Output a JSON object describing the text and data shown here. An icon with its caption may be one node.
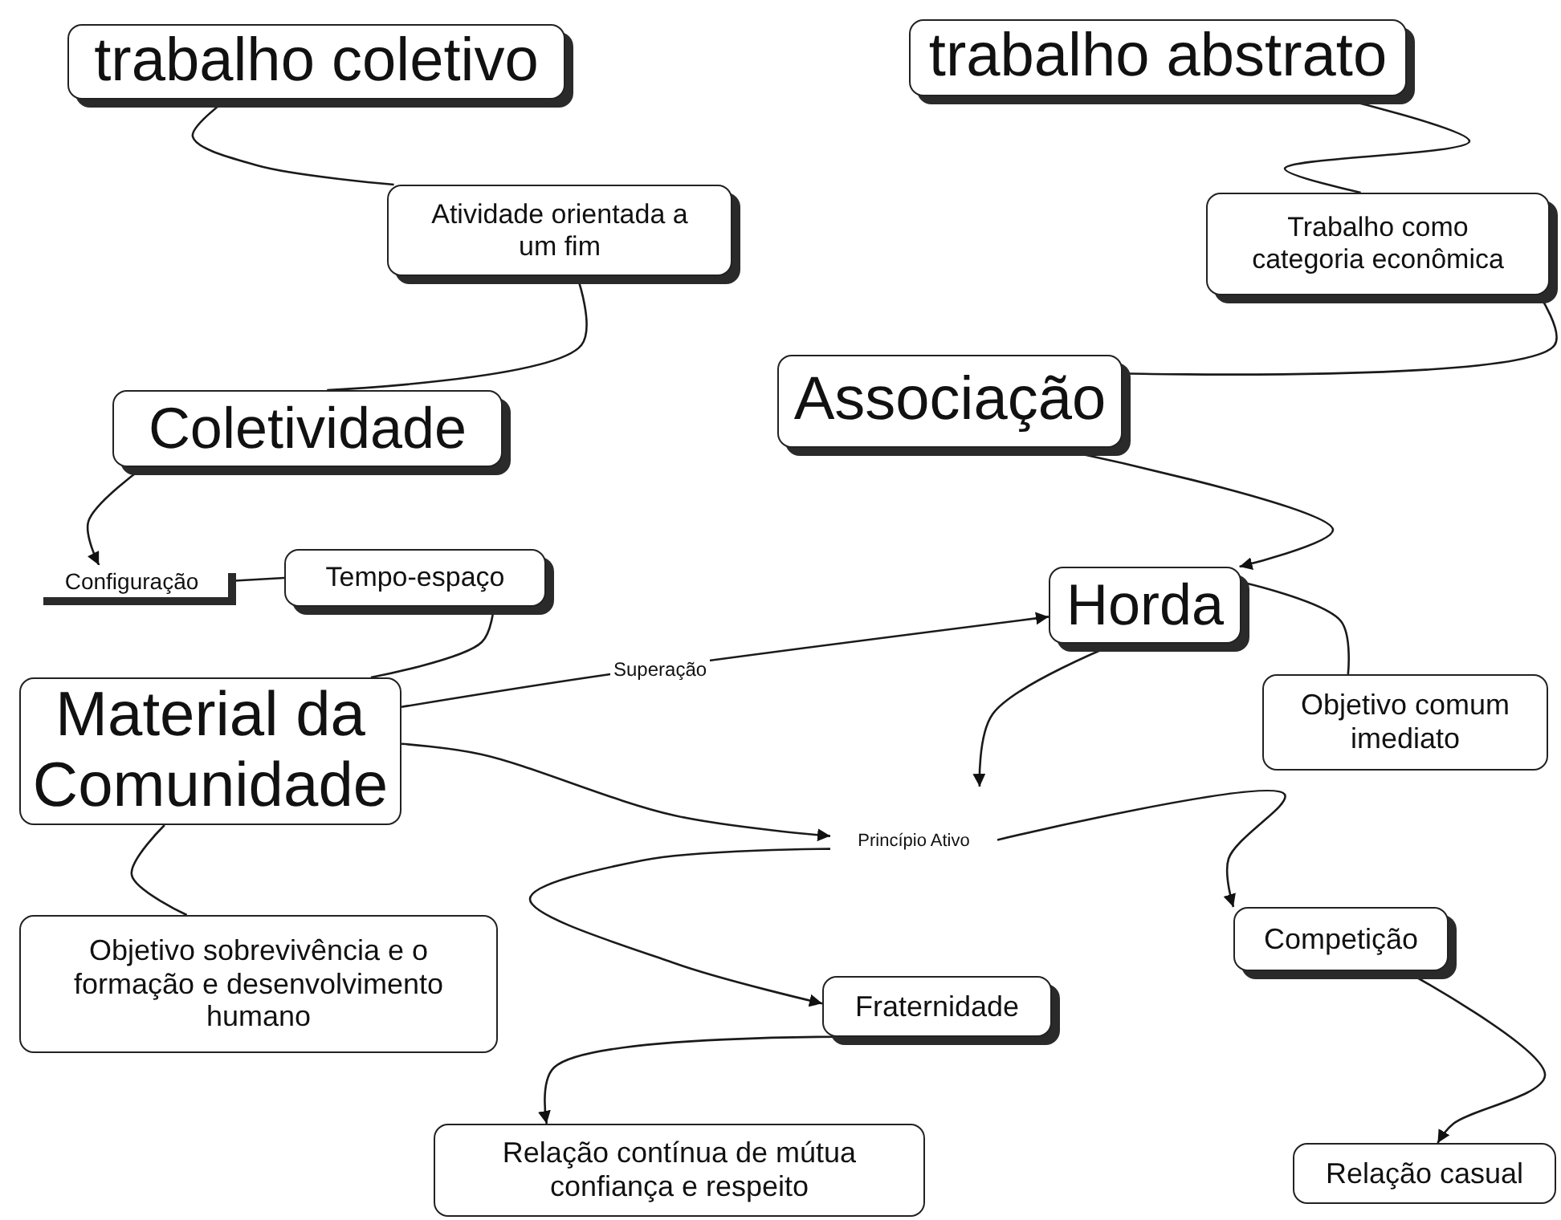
{
  "diagram": {
    "nodes": [
      {
        "text": [
          "trabalho coletivo"
        ]
      },
      {
        "text": [
          "Atividade orientada a um fim"
        ]
      },
      {
        "text": [
          "Coletividade"
        ]
      },
      {
        "text": [
          "Configuração"
        ]
      },
      {
        "text": [
          "Tempo-espaço"
        ]
      },
      {
        "text": [
          "Material da Comunidade"
        ]
      },
      {
        "text": [
          "trabalho abstrato"
        ]
      },
      {
        "text": [
          "Trabalho como categoria econômica"
        ]
      },
      {
        "text": [
          "Associação"
        ]
      },
      {
        "text": [
          "Horda"
        ]
      },
      {
        "text": [
          "Objetivo comum imediato"
        ]
      },
      {
        "text": [
          "Princípio Ativo"
        ]
      },
      {
        "text": [
          "Objetivo sobrevivência e o formação e desenvolvimento humano"
        ]
      },
      {
        "text": [
          "Competição"
        ]
      },
      {
        "text": [
          "Fraternidade"
        ]
      },
      {
        "text": [
          "Relação contínua de mútua confiança e respeito"
        ]
      },
      {
        "text": [
          "Relação casual"
        ]
      }
    ],
    "edges": [
      {
        "from": 0,
        "to": 1,
        "arrow": "none"
      },
      {
        "from": 1,
        "to": 2,
        "arrow": "none"
      },
      {
        "from": 2,
        "to": 3,
        "arrow": "to"
      },
      {
        "from": 3,
        "to": 4,
        "arrow": "none"
      },
      {
        "from": 4,
        "to": 5,
        "arrow": "none"
      },
      {
        "from": 5,
        "to": 9,
        "arrow": "to",
        "label": "Superação"
      },
      {
        "from": 5,
        "to": 11,
        "arrow": "to"
      },
      {
        "from": 11,
        "to": 14,
        "arrow": "to"
      },
      {
        "from": 11,
        "to": 13,
        "arrow": "to"
      },
      {
        "from": 9,
        "to": null,
        "arrow": "to"
      },
      {
        "from": 9,
        "to": 10,
        "arrow": "none"
      },
      {
        "from": 8,
        "to": 9,
        "arrow": "to"
      },
      {
        "from": 6,
        "to": 7,
        "arrow": "none"
      },
      {
        "from": 7,
        "to": 8,
        "arrow": "none"
      },
      {
        "from": 5,
        "to": 12,
        "arrow": "none"
      },
      {
        "from": 14,
        "to": 15,
        "arrow": "to"
      },
      {
        "from": 13,
        "to": 16,
        "arrow": "to"
      }
    ]
  }
}
